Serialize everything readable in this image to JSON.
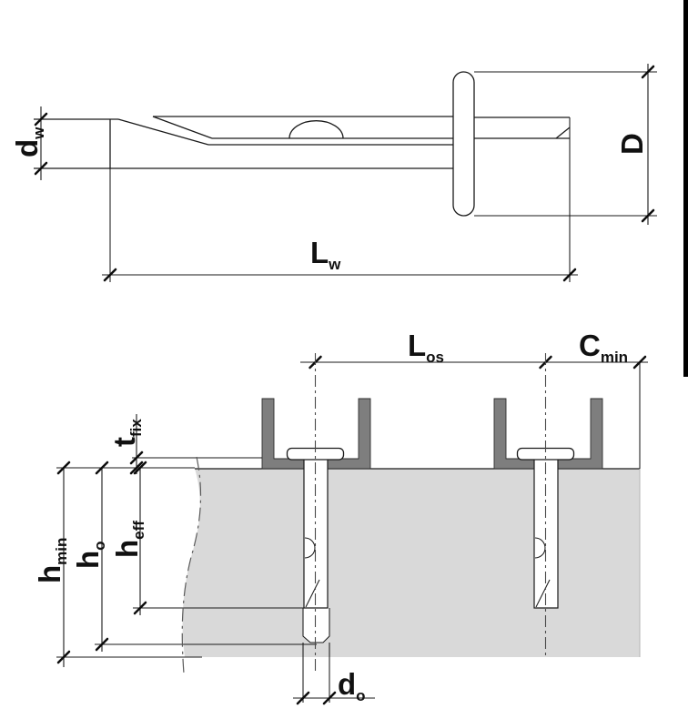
{
  "labels": {
    "dw": {
      "main": "d",
      "sub": "w"
    },
    "Lw": {
      "main": "L",
      "sub": "w"
    },
    "D": {
      "main": "D"
    },
    "tfix": {
      "main": "t",
      "sub": "fix"
    },
    "heff": {
      "main": "h",
      "sub": "eff"
    },
    "ho": {
      "main": "h",
      "sub": "o"
    },
    "hmin": {
      "main": "h",
      "sub": "min"
    },
    "Los": {
      "main": "L",
      "sub": "os"
    },
    "Cmin": {
      "main": "C",
      "sub": "min"
    },
    "do": {
      "main": "d",
      "sub": "o"
    }
  },
  "colors": {
    "background": "#ffffff",
    "concrete": "#d9d9d9",
    "channel": "#7e7e7e",
    "line": "#1a1a1a",
    "edge_artifact": "#000000"
  }
}
